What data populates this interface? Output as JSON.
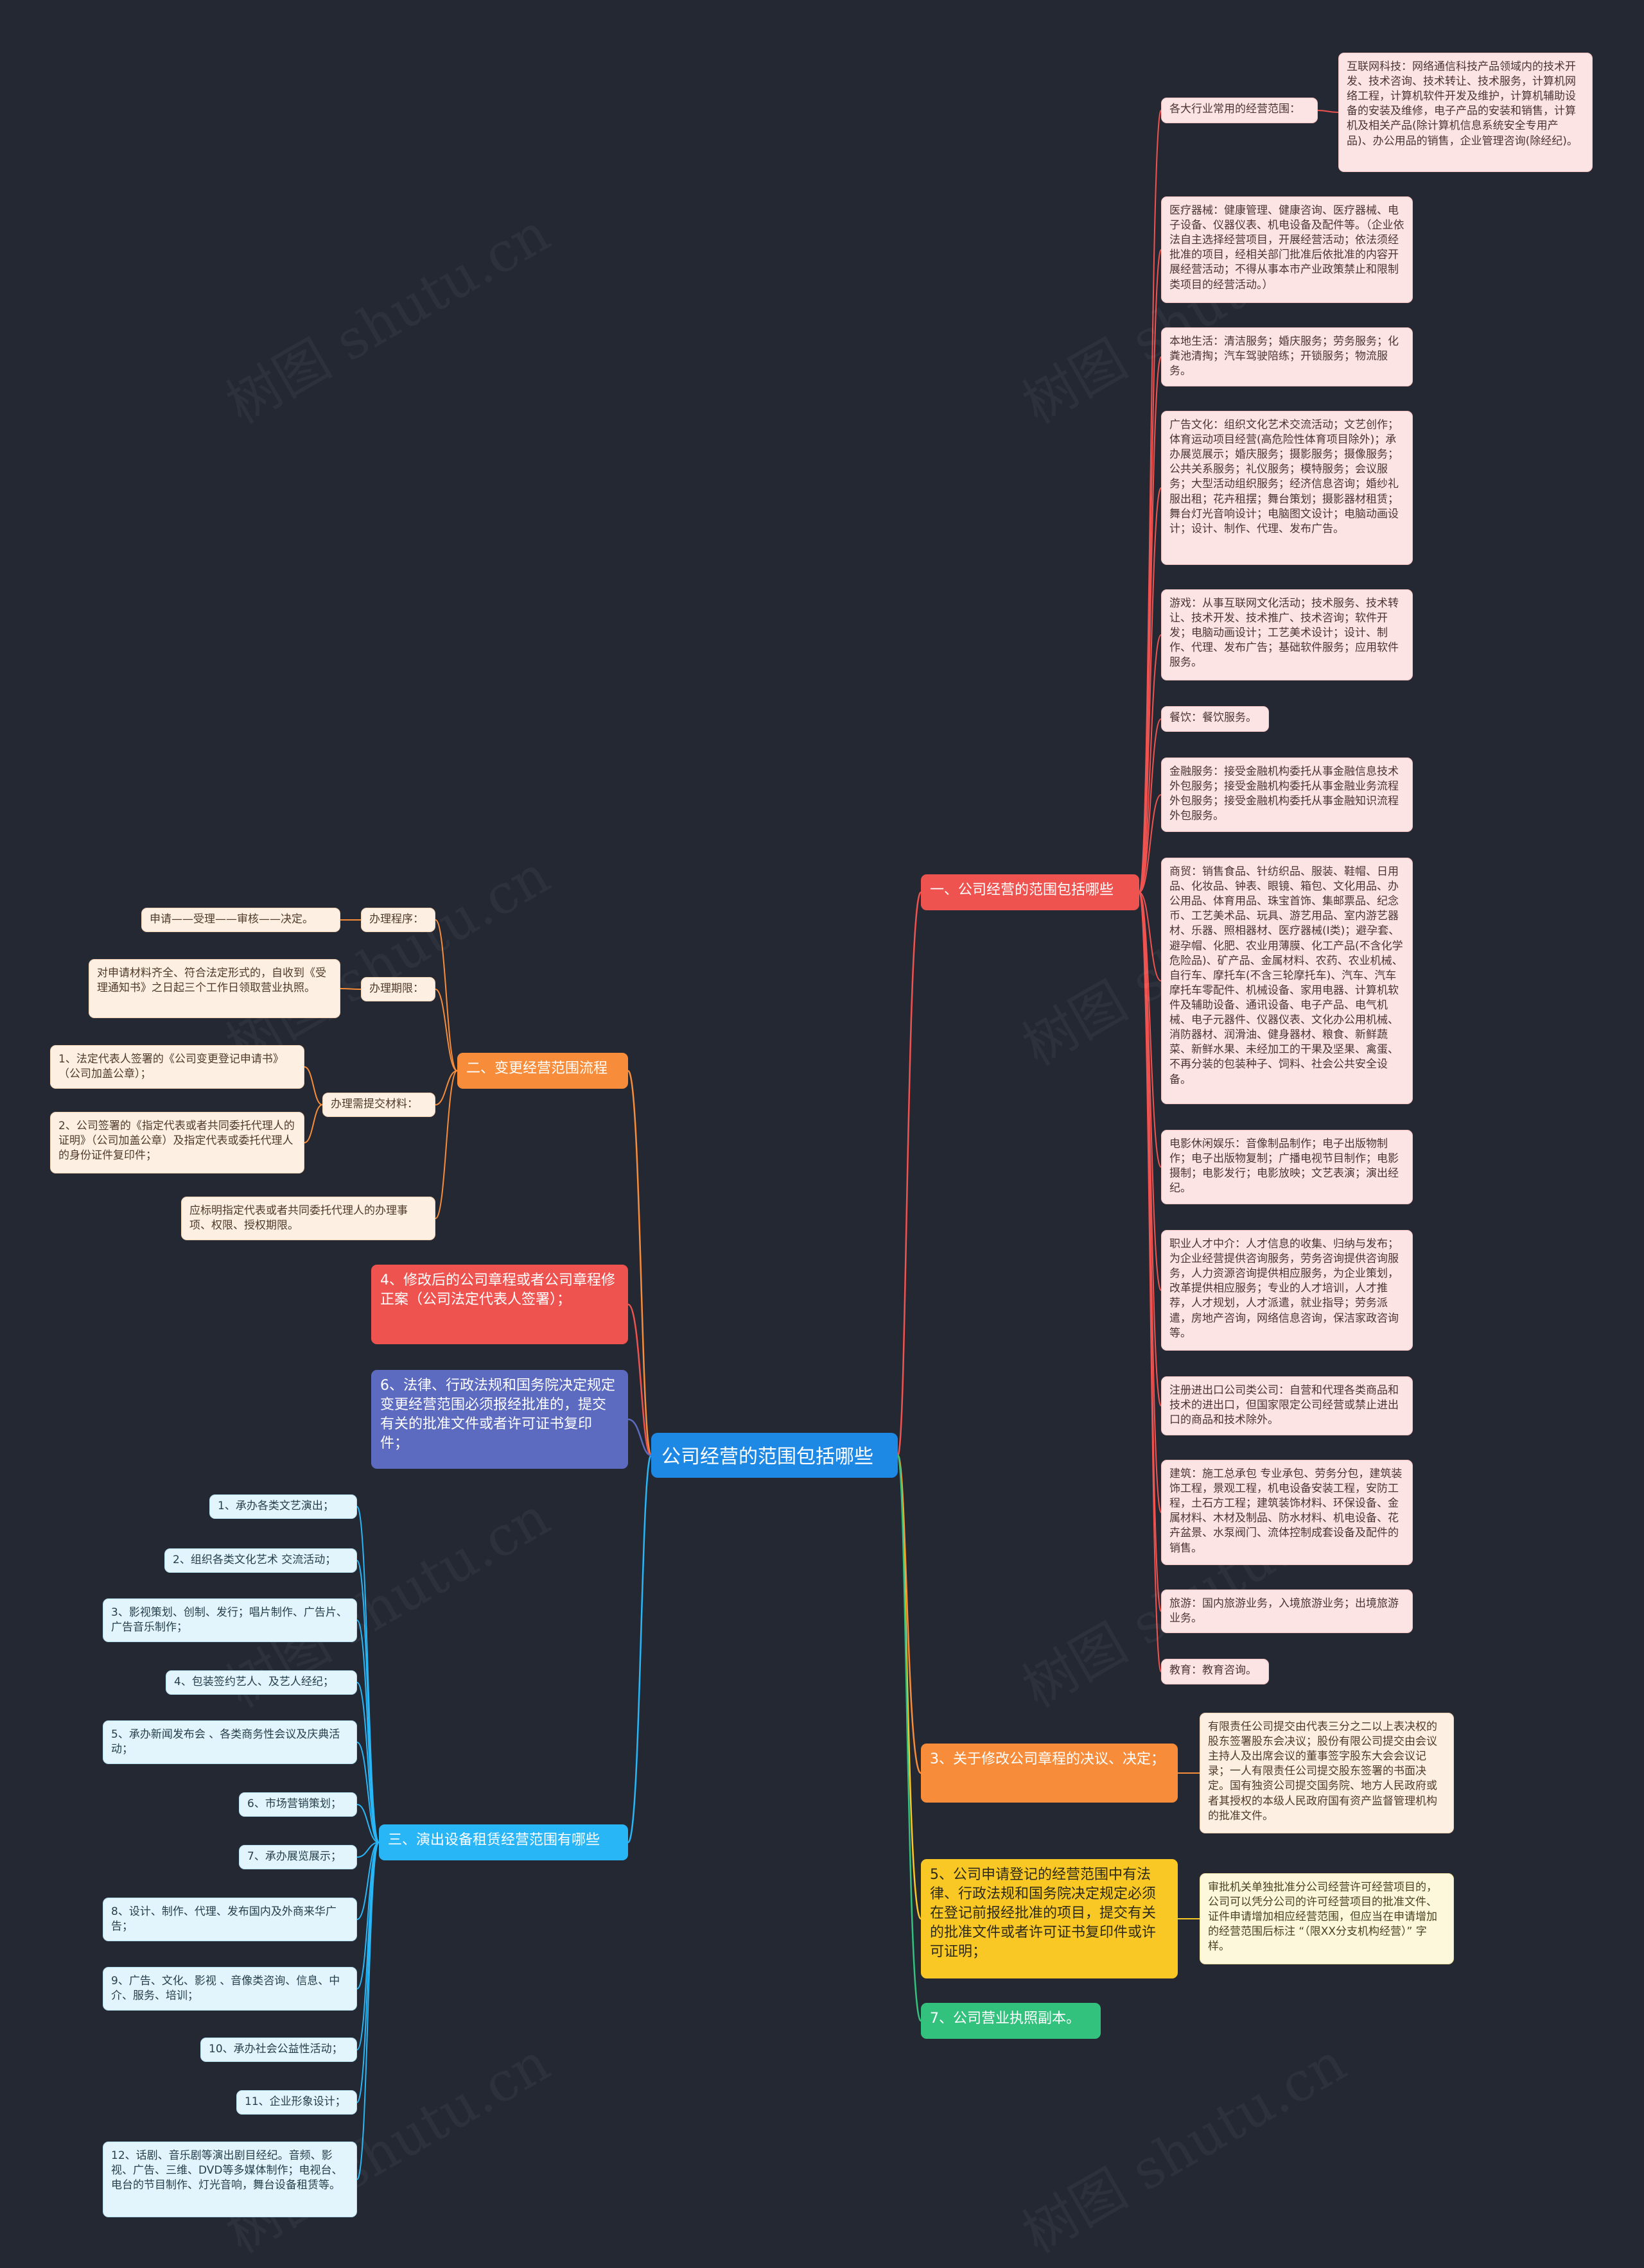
{
  "root": {
    "label": "公司经营的范围包括哪些"
  },
  "branches": {
    "b1": {
      "label": "一、公司经营的范围包括哪些",
      "color": "#ef5350"
    },
    "b2": {
      "label": "二、变更经营范围流程",
      "color": "#f78d3a"
    },
    "b3": {
      "label": "三、演出设备租赁经营范围有哪些",
      "color": "#29b6f6"
    },
    "b4": {
      "label": "4、修改后的公司章程或者公司章程修正案（公司法定代表人签署）；",
      "color": "#ef5350"
    },
    "b5": {
      "label": "5、公司申请登记的经营范围中有法律、行政法规和国务院决定规定必须在登记前报经批准的项目，提交有关的批准文件或者许可证书复印件或许可证明；",
      "color": "#f9c825"
    },
    "b6": {
      "label": "6、法律、行政法规和国务院决定规定变更经营范围必须报经批准的，提交有关的批准文件或者许可证书复印件；",
      "color": "#5c6bc0"
    },
    "b7": {
      "label": "3、关于修改公司章程的决议、决定；",
      "color": "#f78d3a"
    },
    "b8": {
      "label": "7、公司营业执照副本。",
      "color": "#33c27e"
    }
  },
  "b1_items": {
    "n0_label": "各大行业常用的经营范围：",
    "n0_child": "互联网科技：网络通信科技产品领域内的技术开发、技术咨询、技术转让、技术服务，计算机网络工程，计算机软件开发及维护，计算机辅助设备的安装及维修，电子产品的安装和销售，计算机及相关产品(除计算机信息系统安全专用产品)、办公用品的销售，企业管理咨询(除经纪)。",
    "n1": "医疗器械：健康管理、健康咨询、医疗器械、电子设备、仪器仪表、机电设备及配件等。（企业依法自主选择经营项目，开展经营活动；依法须经批准的项目，经相关部门批准后依批准的内容开展经营活动；不得从事本市产业政策禁止和限制类项目的经营活动。）",
    "n2": "本地生活：清洁服务；婚庆服务；劳务服务；化粪池清掏；汽车驾驶陪练；开锁服务；物流服务。",
    "n3": "广告文化：组织文化艺术交流活动；文艺创作；体育运动项目经营(高危险性体育项目除外)；承办展览展示；婚庆服务；摄影服务；摄像服务；公共关系服务；礼仪服务；模特服务；会议服务；大型活动组织服务；经济信息咨询；婚纱礼服出租；花卉租摆；舞台策划；摄影器材租赁；舞台灯光音响设计；电脑图文设计；电脑动画设计；设计、制作、代理、发布广告。",
    "n4": "游戏：从事互联网文化活动；技术服务、技术转让、技术开发、技术推广、技术咨询；软件开发；电脑动画设计；工艺美术设计；设计、制作、代理、发布广告；基础软件服务；应用软件服务。",
    "n5": "餐饮：餐饮服务。",
    "n6": "金融服务：接受金融机构委托从事金融信息技术外包服务；接受金融机构委托从事金融业务流程外包服务；接受金融机构委托从事金融知识流程外包服务。",
    "n7": "商贸：销售食品、针纺织品、服装、鞋帽、日用品、化妆品、钟表、眼镜、箱包、文化用品、办公用品、体育用品、珠宝首饰、集邮票品、纪念币、工艺美术品、玩具、游艺用品、室内游艺器材、乐器、照相器材、医疗器械(I类)；避孕套、避孕帽、化肥、农业用薄膜、化工产品(不含化学危险品)、矿产品、金属材料、农药、农业机械、自行车、摩托车(不含三轮摩托车)、汽车、汽车摩托车零配件、机械设备、家用电器、计算机软件及辅助设备、通讯设备、电子产品、电气机械、电子元器件、仪器仪表、文化办公用机械、消防器材、润滑油、健身器材、粮食、新鲜蔬菜、新鲜水果、未经加工的干果及坚果、禽蛋、不再分装的包装种子、饲料、社会公共安全设备。",
    "n8": "电影休闲娱乐：音像制品制作；电子出版物制作；电子出版物复制；广播电视节目制作；电影摄制；电影发行；电影放映；文艺表演；演出经纪。",
    "n9": "职业人才中介：人才信息的收集、归纳与发布；为企业经营提供咨询服务，劳务咨询提供咨询服务，人力资源咨询提供相应服务，为企业策划，改革提供相应服务；专业的人才培训，人才推荐，人才规划，人才派遣，就业指导；劳务派遣，房地产咨询，网络信息咨询，保洁家政咨询等。",
    "n10": "注册进出口公司类公司：自营和代理各类商品和技术的进出口，但国家限定公司经营或禁止进出口的商品和技术除外。",
    "n11": "建筑：施工总承包 专业承包、劳务分包，建筑装饰工程，景观工程，机电设备安装工程，安防工程，土石方工程；建筑装饰材料、环保设备、金属材料、木材及制品、防水材料、机电设备、花卉盆景、水泵阀门、流体控制成套设备及配件的销售。",
    "n12": "旅游：国内旅游业务，入境旅游业务；出境旅游业务。",
    "n13": "教育：教育咨询。"
  },
  "b2_items": {
    "l0_label": "办理程序：",
    "l0_child": "申请——受理——审核——决定。",
    "l1_label": "办理期限：",
    "l1_child": "对申请材料齐全、符合法定形式的，自收到《受理通知书》之日起三个工作日领取营业执照。",
    "l2_label": "办理需提交材料：",
    "l2_child_a": "1、法定代表人签署的《公司变更登记申请书》（公司加盖公章）；",
    "l2_child_b": "2、公司签署的《指定代表或者共同委托代理人的证明》（公司加盖公章）及指定代表或委托代理人的身份证件复印件；",
    "l3": "应标明指定代表或者共同委托代理人的办理事项、权限、授权期限。"
  },
  "b3_items": [
    "1、承办各类文艺演出；",
    "2、组织各类文化艺术 交流活动；",
    "3、影视策划、创制、发行；唱片制作、广告片、广告音乐制作；",
    "4、包装签约艺人、及艺人经纪；",
    "5、承办新闻发布会 、各类商务性会议及庆典活动；",
    "6、市场营销策划；",
    "7、承办展览展示；",
    "8、设计、制作、代理、发布国内及外商来华广告；",
    "9、广告、文化、影视 、音像类咨询、信息、中介、服务、培训；",
    "10、承办社会公益性活动；",
    "11、企业形象设计；",
    "12、话剧、音乐剧等演出剧目经纪。音频、影视、广告、三维、DVD等多媒体制作；电视台、电台的节目制作、灯光音响，舞台设备租赁等。"
  ],
  "b7_child": "有限责任公司提交由代表三分之二以上表决权的股东签署股东会决议；股份有限公司提交由会议主持人及出席会议的董事签字股东大会会议记录；一人有限责任公司提交股东签署的书面决定。国有独资公司提交国务院、地方人民政府或者其授权的本级人民政府国有资产监督管理机构的批准文件。",
  "b5_child": "审批机关单独批准分公司经营许可经营项目的，公司可以凭分公司的许可经营项目的批准文件、证件申请增加相应经营范围，但应当在申请增加的经营范围后标注 “（限XX分支机构经营）” 字样。",
  "watermark": "树图 shutu.cn"
}
